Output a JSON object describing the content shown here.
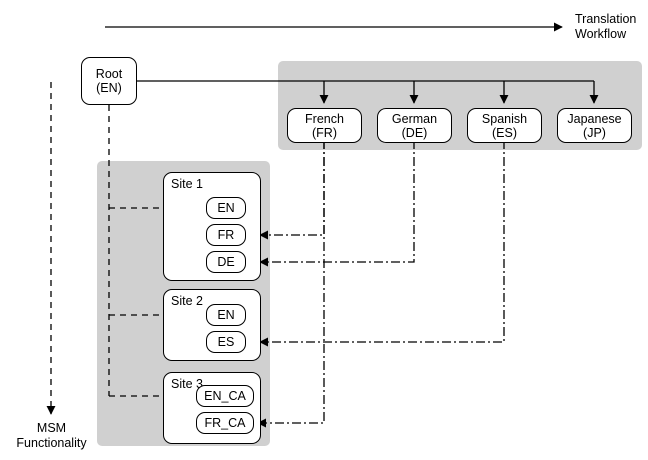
{
  "diagram": {
    "title_arrow_label_line1": "Translation",
    "title_arrow_label_line2": "Workflow",
    "msm_label_line1": "MSM",
    "msm_label_line2": "Functionality",
    "colors": {
      "band": "#d0d0d0",
      "stroke": "#000000",
      "node_fill": "#ffffff",
      "page_background": "#ffffff"
    },
    "root": {
      "line1": "Root",
      "line2": "(EN)"
    },
    "languages": [
      {
        "name": "French",
        "code": "(FR)"
      },
      {
        "name": "German",
        "code": "(DE)"
      },
      {
        "name": "Spanish",
        "code": "(ES)"
      },
      {
        "name": "Japanese",
        "code": "(JP)"
      }
    ],
    "sites": [
      {
        "label": "Site 1",
        "locales": [
          {
            "code": "EN"
          },
          {
            "code": "FR"
          },
          {
            "code": "DE"
          }
        ]
      },
      {
        "label": "Site 2",
        "locales": [
          {
            "code": "EN"
          },
          {
            "code": "ES"
          }
        ]
      },
      {
        "label": "Site 3",
        "locales": [
          {
            "code": "EN_CA"
          },
          {
            "code": "FR_CA"
          }
        ]
      }
    ]
  }
}
